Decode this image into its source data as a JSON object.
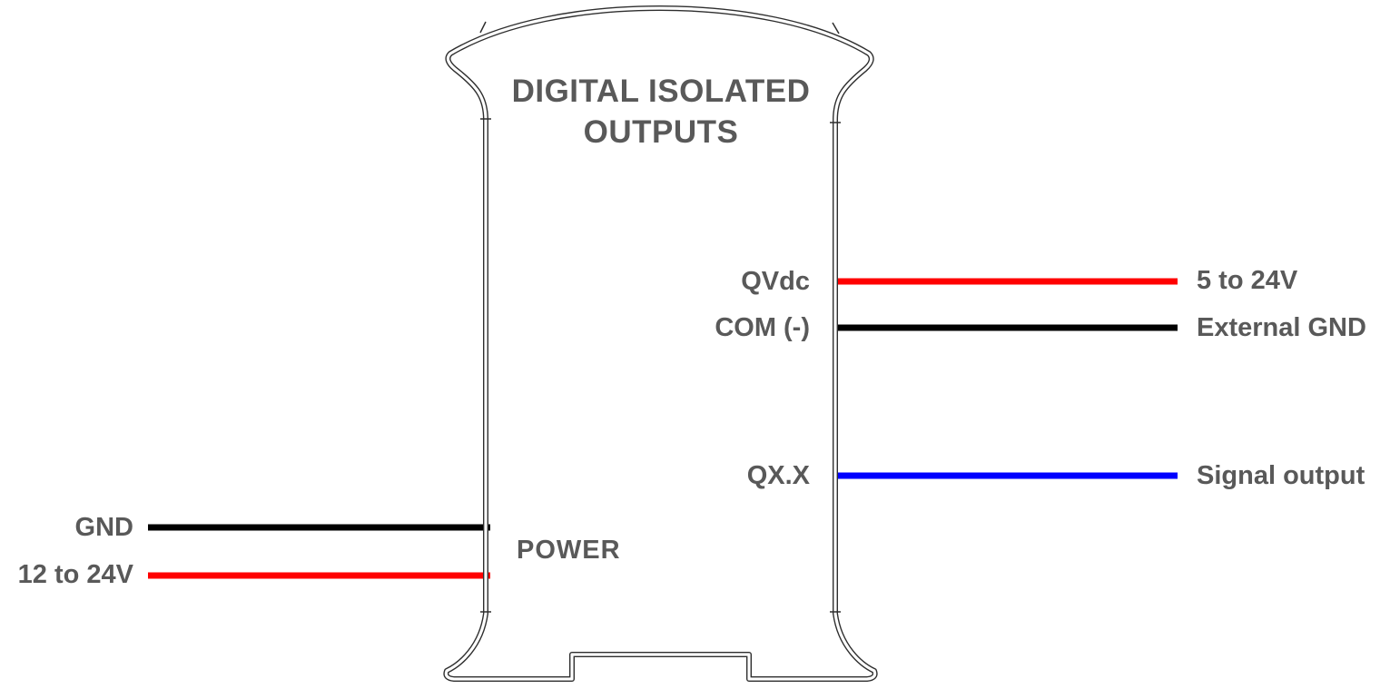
{
  "device": {
    "title_line1": "DIGITAL ISOLATED",
    "title_line2": "OUTPUTS",
    "power_label": "POWER"
  },
  "wires": {
    "right": [
      {
        "name": "qvdc-supply",
        "terminal": "QVdc",
        "label": "5 to 24V",
        "color": "#ff0000"
      },
      {
        "name": "common",
        "terminal": "COM (-)",
        "label": "External GND",
        "color": "#000000"
      },
      {
        "name": "signal",
        "terminal": "QX.X",
        "label": "Signal output",
        "color": "#0000ff"
      }
    ],
    "left": [
      {
        "name": "power-gnd",
        "label": "GND",
        "color": "#000000"
      },
      {
        "name": "power-supply",
        "label": "12 to 24V",
        "color": "#ff0000"
      }
    ]
  },
  "colors": {
    "label_text": "#595959",
    "device_outline": "#2e2e2e",
    "background": "#ffffff"
  }
}
